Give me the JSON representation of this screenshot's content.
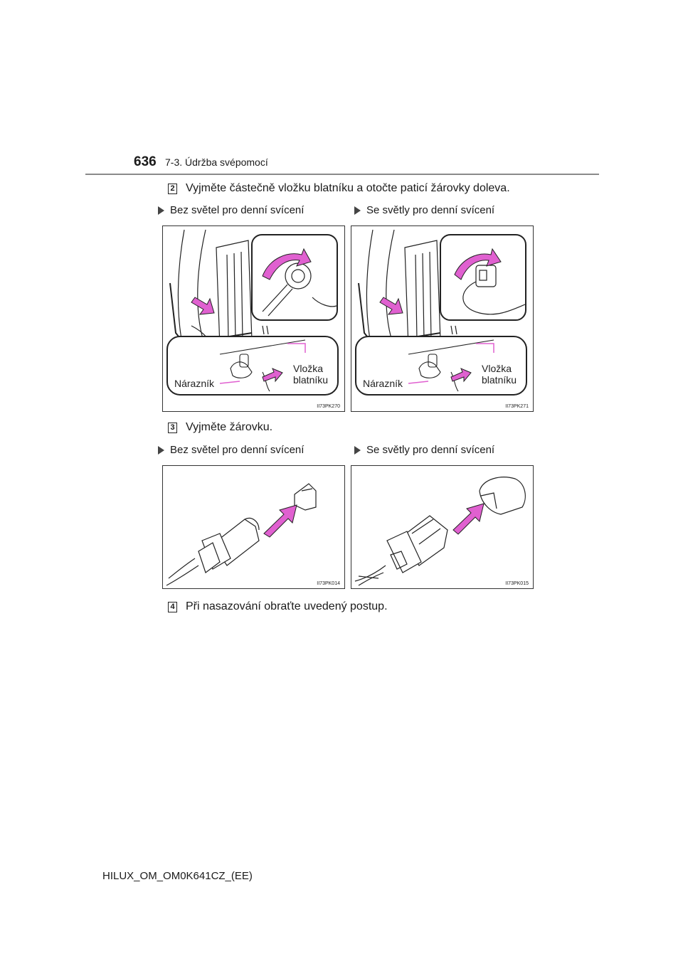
{
  "header": {
    "page_number": "636",
    "section": "7-3. Údržba svépomocí"
  },
  "steps": [
    {
      "num": "2",
      "text": "Vyjměte částečně vložku blatníku a otočte paticí žárovky doleva."
    },
    {
      "num": "3",
      "text": "Vyjměte žárovku."
    },
    {
      "num": "4",
      "text": "Při nasazování obraťte uvedený postup."
    }
  ],
  "variants": {
    "without_drl": "Bez světel pro denní svícení",
    "with_drl": "Se světly pro denní svícení"
  },
  "figures": [
    {
      "code": "II73PK270",
      "label_bumper": "Nárazník",
      "label_liner": "Vložka\nblatníku"
    },
    {
      "code": "II73PK271",
      "label_bumper": "Nárazník",
      "label_liner": "Vložka\nblatníku"
    },
    {
      "code": "II73PK014"
    },
    {
      "code": "II73PK015"
    }
  ],
  "colors": {
    "arrow": "#e060d0",
    "arrow_light": "#f0a8ec",
    "line": "#222222",
    "rule": "#8a8a8a"
  },
  "footer": "HILUX_OM_OM0K641CZ_(EE)"
}
